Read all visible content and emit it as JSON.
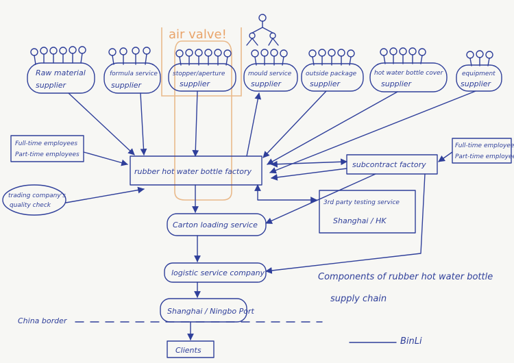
{
  "suppliers": [
    {
      "id": "raw",
      "line1": "Raw material",
      "line2": "supplier"
    },
    {
      "id": "formula",
      "line1": "formula service",
      "line2": "supplier"
    },
    {
      "id": "stopper",
      "line1": "stopper/aperture",
      "line2": "supplier"
    },
    {
      "id": "mould",
      "line1": "mould service",
      "line2": "supplier"
    },
    {
      "id": "outside",
      "line1": "outside package",
      "line2": "supplier"
    },
    {
      "id": "cover",
      "line1": "hot water bottle cover",
      "line2": "supplier"
    },
    {
      "id": "equipment",
      "line1": "equipment",
      "line2": "supplier"
    }
  ],
  "air_valve": "air valve!",
  "employees_left": {
    "line1": "Full-time employees",
    "line2": "Part-time employees"
  },
  "employees_right": {
    "line1": "Full-time employees",
    "line2": "Part-time employees"
  },
  "factory": "rubber hot water bottle factory",
  "subcontract": "subcontract factory",
  "quality": {
    "line1": "trading company's",
    "line2": "quality check"
  },
  "testing": {
    "line1": "3rd party testing service",
    "line2": "Shanghai / HK"
  },
  "carton": "Carton loading service",
  "logistic": "logistic service company",
  "port": "Shanghai / Ningbo Port",
  "border": "China border",
  "clients": "Clients",
  "caption": {
    "line1": "Components of rubber hot water bottle",
    "line2": "supply chain"
  },
  "signature": "BinLi"
}
